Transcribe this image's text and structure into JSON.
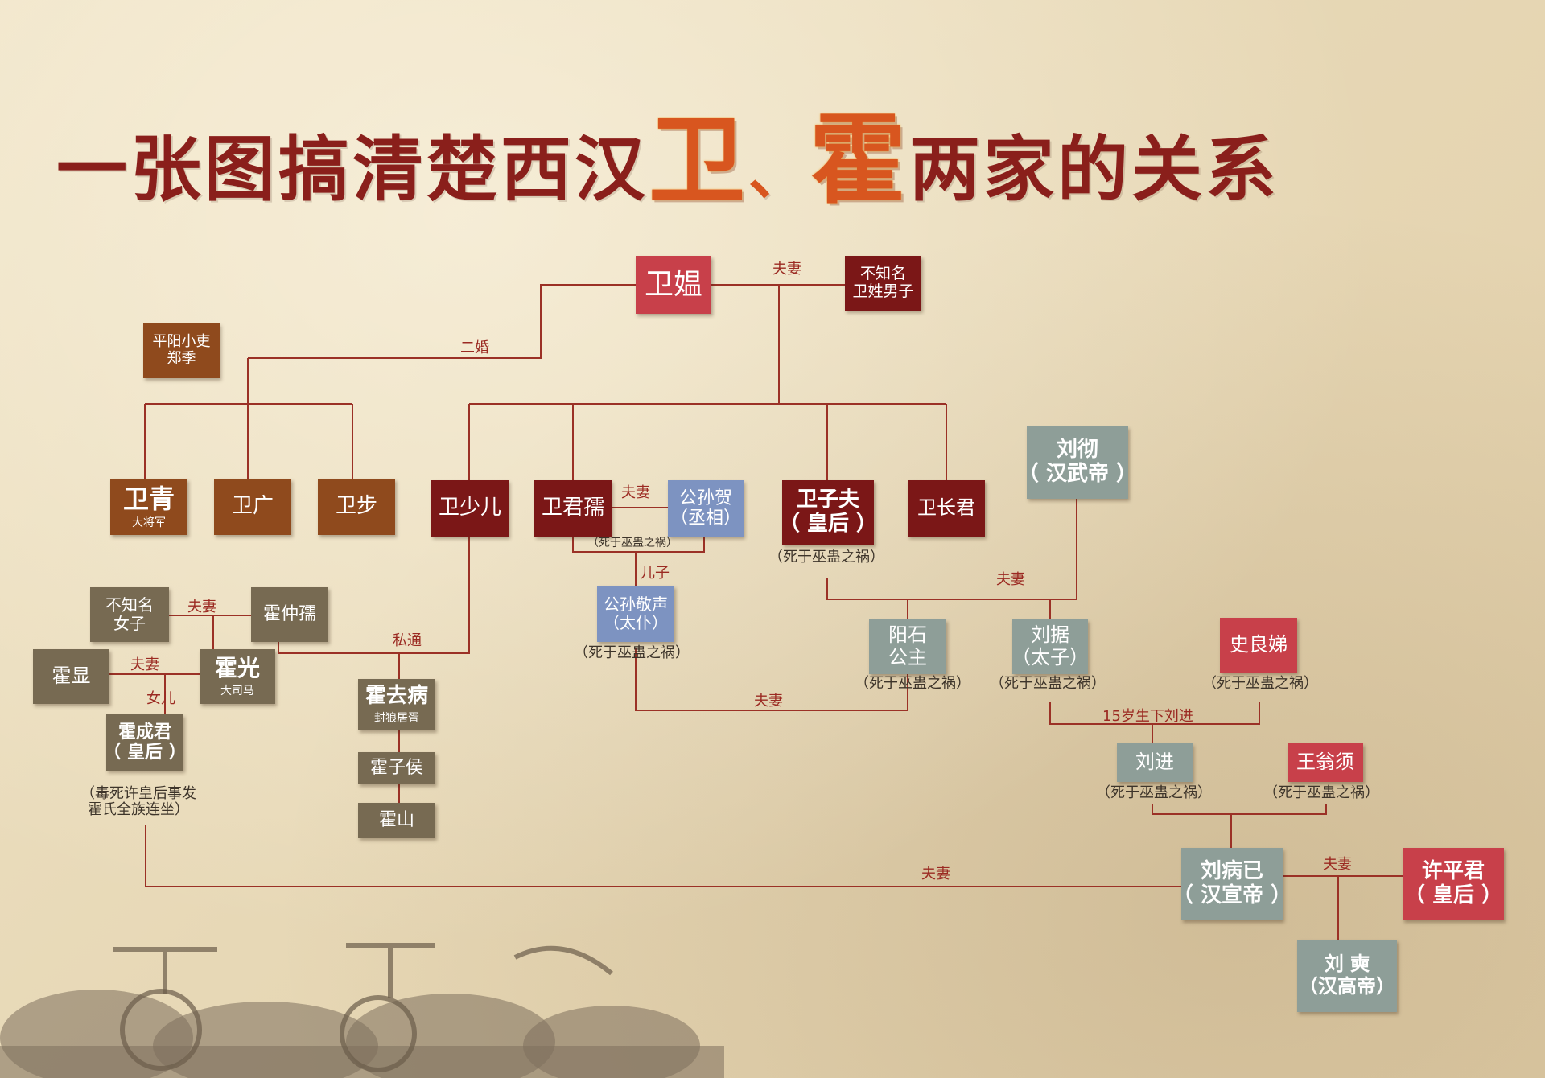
{
  "title": {
    "part1": "一张图搞清楚西汉",
    "highlight1": "卫",
    "separator": "、",
    "highlight2": "霍",
    "part2": "两家的关系"
  },
  "nodes": {
    "wei_ao": {
      "name": "卫媪"
    },
    "unknown_man": {
      "line1": "不知名",
      "line2": "卫姓男子"
    },
    "zheng_ji": {
      "line1": "平阳小吏",
      "line2": "郑季"
    },
    "wei_qing": {
      "name": "卫青",
      "title": "大将军"
    },
    "wei_guang": {
      "name": "卫广"
    },
    "wei_bu": {
      "name": "卫步"
    },
    "wei_shaoer": {
      "name": "卫少儿"
    },
    "wei_junru": {
      "name": "卫君孺"
    },
    "gongsun_he": {
      "line1": "公孙贺",
      "line2": "（丞相）"
    },
    "wei_zifu": {
      "line1": "卫子夫",
      "line2": "（ 皇后 ）"
    },
    "wei_zhangjun": {
      "name": "卫长君"
    },
    "liu_che": {
      "line1": "刘彻",
      "line2": "（ 汉武帝 ）"
    },
    "gongsun_jingsheng": {
      "line1": "公孙敬声",
      "line2": "（太仆）"
    },
    "unknown_woman": {
      "line1": "不知名",
      "line2": "女子"
    },
    "huo_zhongru": {
      "name": "霍仲孺"
    },
    "huo_xian": {
      "name": "霍显"
    },
    "huo_guang": {
      "name": "霍光",
      "title": "大司马"
    },
    "huo_qubing": {
      "name": "霍去病",
      "title": "封狼居胥"
    },
    "huo_zihou": {
      "name": "霍子侯"
    },
    "huo_shan": {
      "name": "霍山"
    },
    "huo_chengjun": {
      "line1": "霍成君",
      "line2": "（ 皇后 ）"
    },
    "yangshi": {
      "line1": "阳石",
      "line2": "公主"
    },
    "liu_ju": {
      "line1": "刘据",
      "line2": "（太子）"
    },
    "shi_liangdi": {
      "name": "史良娣"
    },
    "liu_jin": {
      "name": "刘进"
    },
    "wang_wengxu": {
      "name": "王翁须"
    },
    "liu_bingyi": {
      "line1": "刘病已",
      "line2": "（ 汉宣帝 ）"
    },
    "xu_pingjun": {
      "line1": "许平君",
      "line2": "（ 皇后 ）"
    },
    "liu_shi": {
      "line1": "刘 奭",
      "line2": "（汉高帝）"
    }
  },
  "labels": {
    "fuqi_top": "夫妻",
    "erhun": "二婚",
    "fuqi_junru": "夫妻",
    "erzi": "儿子",
    "fuqi_wudi": "夫妻",
    "fuqi_huo_zhongru": "夫妻",
    "fuqi_huo_guang": "夫妻",
    "nver": "女儿",
    "sitong": "私通",
    "fuqi_yangshi": "夫妻",
    "age15": "15岁生下刘进",
    "fuqi_xuandi_huo": "夫妻",
    "fuqi_xu": "夫妻"
  },
  "notes": {
    "death_small": "（死于巫蛊之祸）",
    "death_zifu": "（死于巫蛊之祸）",
    "death_jingsheng": "（死于巫蛊之祸）",
    "death_yangshi": "（死于巫蛊之祸）",
    "death_liuju": "（死于巫蛊之祸）",
    "death_shi": "（死于巫蛊之祸）",
    "death_liujin": "（死于巫蛊之祸）",
    "death_wang": "（死于巫蛊之祸）",
    "huo_fate_line1": "（毒死许皇后事发",
    "huo_fate_line2": "霍氏全族连坐）"
  },
  "colors": {
    "wei_family_orange": "#8f4a1d",
    "wei_family_maroon": "#7b1717",
    "empress_red": "#c8404a",
    "imperial_slate": "#8e9e98",
    "gongsun_blue": "#7d93c1",
    "huo_family_olive": "#776a52",
    "connector": "#9b3126",
    "title": "#8a1f1b",
    "title_highlight": "#d8561f"
  }
}
